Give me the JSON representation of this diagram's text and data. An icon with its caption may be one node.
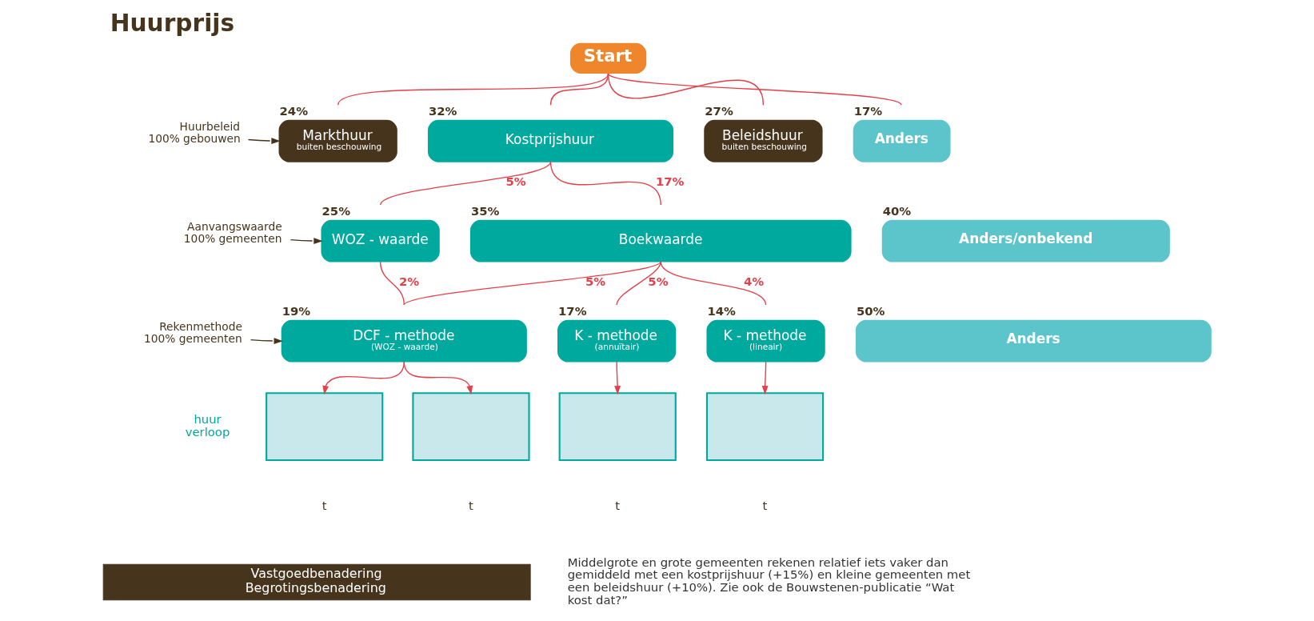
{
  "diagram": {
    "title": "Huurprijs",
    "caption": "Middelgrote en grote gemeenten rekenen relatief iets vaker dan gemiddeld met een kostprijshuur (+15%) en kleine gemeenten met een beleidshuur (+10%). Zie ook de Bouwstenen-publicatie “Wat kost dat?”",
    "nodes": [
      {
        "text": [
          "Start"
        ]
      },
      {
        "text": [
          "Markthuur",
          "buiten beschouwing"
        ],
        "beside": [
          "24%"
        ]
      },
      {
        "text": [
          "Kostprijshuur"
        ],
        "beside": [
          "32%"
        ]
      },
      {
        "text": [
          "Beleidshuur",
          "buiten beschouwing"
        ],
        "beside": [
          "27%"
        ]
      },
      {
        "text": [
          "Anders"
        ],
        "beside": [
          "17%"
        ]
      },
      {
        "text": [
          "WOZ - waarde"
        ],
        "beside": [
          "25%"
        ]
      },
      {
        "text": [
          "Boekwaarde"
        ],
        "beside": [
          "35%"
        ]
      },
      {
        "text": [
          "Anders/onbekend"
        ],
        "beside": [
          "40%"
        ]
      },
      {
        "text": [
          "DCF - methode",
          "(WOZ - waarde)"
        ],
        "beside": [
          "19%"
        ]
      },
      {
        "text": [
          "K - methode",
          "(annuïtair)"
        ],
        "beside": [
          "17%"
        ]
      },
      {
        "text": [
          "K - methode",
          "(lineair)"
        ],
        "beside": [
          "14%"
        ]
      },
      {
        "text": [
          "Anders"
        ],
        "beside": [
          "50%"
        ]
      },
      {
        "text": [],
        "shape": "box"
      },
      {
        "text": [],
        "shape": "box"
      },
      {
        "text": [],
        "shape": "box"
      },
      {
        "text": [],
        "shape": "box"
      },
      {
        "text": [
          "Huurbeleid",
          "100% gebouwen"
        ]
      },
      {
        "text": [
          "Aanvangswaarde",
          "100% gemeenten"
        ]
      },
      {
        "text": [
          "Rekenmethode",
          "100% gemeenten"
        ]
      },
      {
        "text": [
          "Vastgoedbenadering",
          "Begrotingsbenadering"
        ]
      }
    ],
    "edges": [
      {
        "from": 0,
        "to": 1,
        "arrow": "none"
      },
      {
        "from": 0,
        "to": 2,
        "arrow": "none"
      },
      {
        "from": 0,
        "to": 3,
        "arrow": "none"
      },
      {
        "from": 0,
        "to": 4,
        "arrow": "none"
      },
      {
        "from": 2,
        "to": 5,
        "arrow": "none",
        "label": "5%"
      },
      {
        "from": 2,
        "to": 6,
        "arrow": "none",
        "label": "17%"
      },
      {
        "from": 5,
        "to": 8,
        "arrow": "none",
        "label": "2%"
      },
      {
        "from": 6,
        "to": 8,
        "arrow": "none",
        "label": "5%"
      },
      {
        "from": 6,
        "to": 9,
        "arrow": "none",
        "label": "5%"
      },
      {
        "from": 6,
        "to": 10,
        "arrow": "none",
        "label": "4%"
      },
      {
        "from": 8,
        "to": 12,
        "arrow": "to"
      },
      {
        "from": 8,
        "to": 13,
        "arrow": "to"
      },
      {
        "from": 9,
        "to": 14,
        "arrow": "to"
      },
      {
        "from": 10,
        "to": 15,
        "arrow": "to"
      },
      {
        "from": 16,
        "to": 1,
        "arrow": "to",
        "color": "#47341c"
      },
      {
        "from": 17,
        "to": 5,
        "arrow": "to",
        "color": "#47341c"
      },
      {
        "from": 18,
        "to": 8,
        "arrow": "to",
        "color": "#47341c"
      }
    ],
    "labels": [
      "huur verloop",
      "t",
      "t",
      "t",
      "t"
    ]
  }
}
